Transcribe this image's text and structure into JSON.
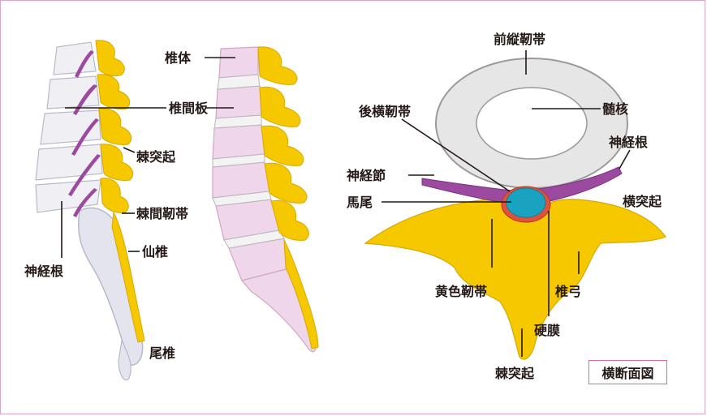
{
  "colors": {
    "vertebra_body": "#f0d6ea",
    "disc": "#efefef",
    "yellow_bone": "#f5c800",
    "nerve_root": "#9b4aa0",
    "sacrum": "#e8e8f0",
    "cord": "#1aa3c0",
    "frame": "#d9a6c9"
  },
  "side_view_labels": {
    "vertebral_body": "椎体",
    "intervertebral_disc": "椎間板",
    "spinous_process": "棘突起",
    "interspinous_ligament": "棘間靭帯",
    "sacrum": "仙椎",
    "coccyx": "尾椎",
    "nerve_root": "神経根"
  },
  "cross_section_labels": {
    "anterior_longitudinal_ligament": "前縦靭帯",
    "nucleus_pulposus": "髄核",
    "posterior_longitudinal_ligament": "後横靭帯",
    "nerve_root": "神経根",
    "ganglion": "神経節",
    "cauda_equina": "馬尾",
    "transverse_process": "横突起",
    "ligamentum_flavum": "黄色靭帯",
    "vertebral_arch": "椎弓",
    "dura_mater": "硬膜",
    "spinous_process": "棘突起"
  },
  "badge": "横断面図"
}
